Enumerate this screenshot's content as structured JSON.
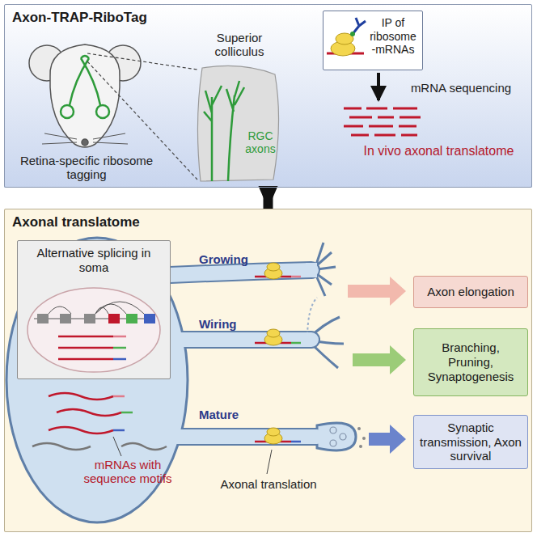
{
  "diagram": {
    "nodes": [
      {
        "text": [
          "Axon-TRAP-RiboTag"
        ]
      },
      {
        "text": [
          "IP of ribosome -mRNAs"
        ],
        "in": 0
      },
      {
        "text": [
          "Axonal translatome"
        ]
      },
      {
        "text": [
          "Alternative splicing in soma"
        ],
        "in": 2
      },
      {
        "text": [
          "Axon elongation"
        ],
        "in": 2
      },
      {
        "text": [
          "Branching, Pruning, Synaptogenesis"
        ],
        "in": 2
      },
      {
        "text": [
          "Synaptic transmission, Axon survival"
        ],
        "in": 2
      }
    ],
    "edges": [
      {
        "from": 0,
        "to": 2,
        "arrow": "to"
      }
    ],
    "labels": [
      "Retina-specific ribosome tagging",
      "Superior colliculus",
      "RGC axons",
      "mRNA sequencing",
      "In vivo axonal translatome",
      "Growing",
      "Wiring",
      "Mature",
      "mRNAs with sequence motifs",
      "Axonal translation"
    ]
  }
}
